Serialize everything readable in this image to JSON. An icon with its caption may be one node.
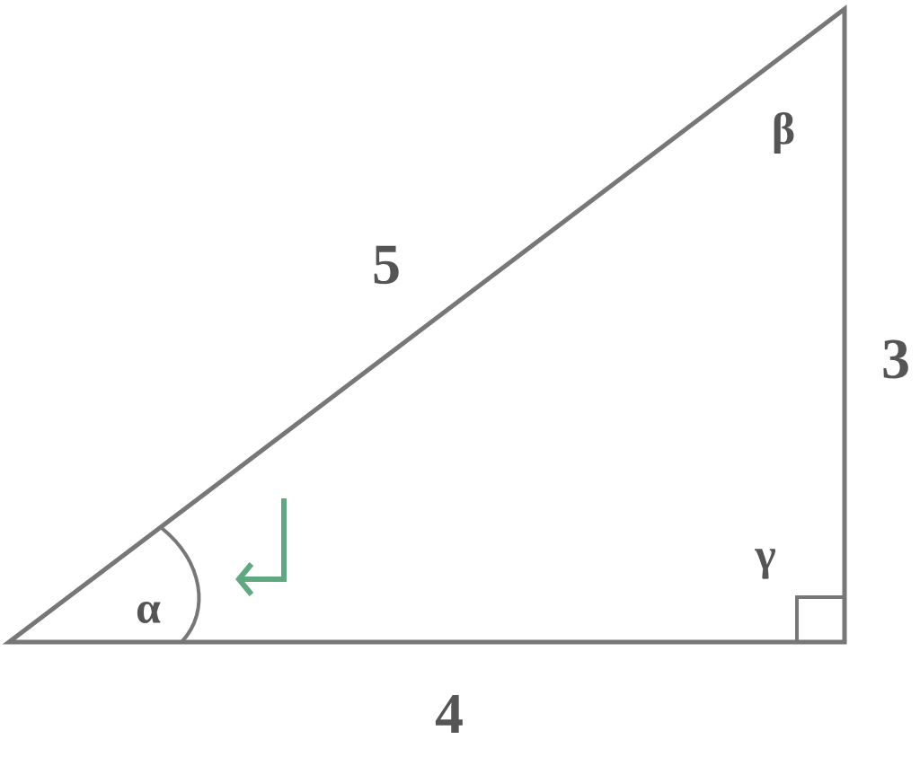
{
  "diagram": {
    "labels": [
      "β",
      "5",
      "3",
      "γ",
      "α",
      "4"
    ]
  }
}
